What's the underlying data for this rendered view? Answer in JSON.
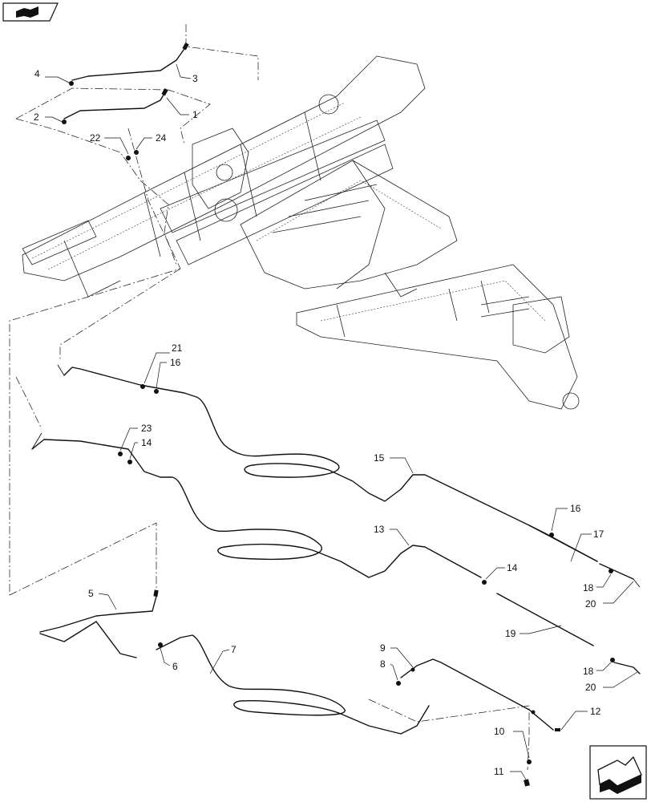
{
  "callouts": {
    "c1": "1",
    "c2": "2",
    "c3": "3",
    "c4": "4",
    "c5": "5",
    "c6": "6",
    "c7": "7",
    "c8": "8",
    "c9": "9",
    "c10": "10",
    "c11": "11",
    "c12": "12",
    "c13": "13",
    "c14a": "14",
    "c14b": "14",
    "c15": "15",
    "c16a": "16",
    "c16b": "16",
    "c17": "17",
    "c18a": "18",
    "c18b": "18",
    "c19": "19",
    "c20a": "20",
    "c20b": "20",
    "c21": "21",
    "c22": "22",
    "c23": "23",
    "c24": "24"
  },
  "icons": {
    "top_left": "book-icon",
    "bottom_right": "next-page-arrow-icon"
  }
}
